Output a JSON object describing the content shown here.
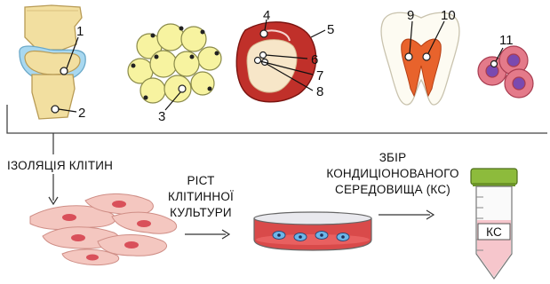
{
  "callouts": [
    "1",
    "2",
    "3",
    "4",
    "5",
    "6",
    "7",
    "8",
    "9",
    "10",
    "11"
  ],
  "steps": {
    "isolation": "ІЗОЛЯЦІЯ КЛІТИН",
    "growth": [
      "РІСТ",
      "КЛІТИННОЇ",
      "КУЛЬТУРИ"
    ],
    "collection": [
      "ЗБІР",
      "КОНДИЦІОНОВАНОГО",
      "СЕРЕДОВИЩА (КС)"
    ]
  },
  "tube_label": "КС",
  "colors": {
    "bone": "#f2dfa0",
    "cartilage": "#a8d8f0",
    "fat_cell": "#f7f3a0",
    "umbilical": "#c0302a",
    "tooth_pulp": "#e8632c",
    "blood_cell": "#e47a8a",
    "fibroblast": "#f4c7c0",
    "tube_cap": "#8dbb3c",
    "tube_fluid": "#f6c6cc"
  }
}
